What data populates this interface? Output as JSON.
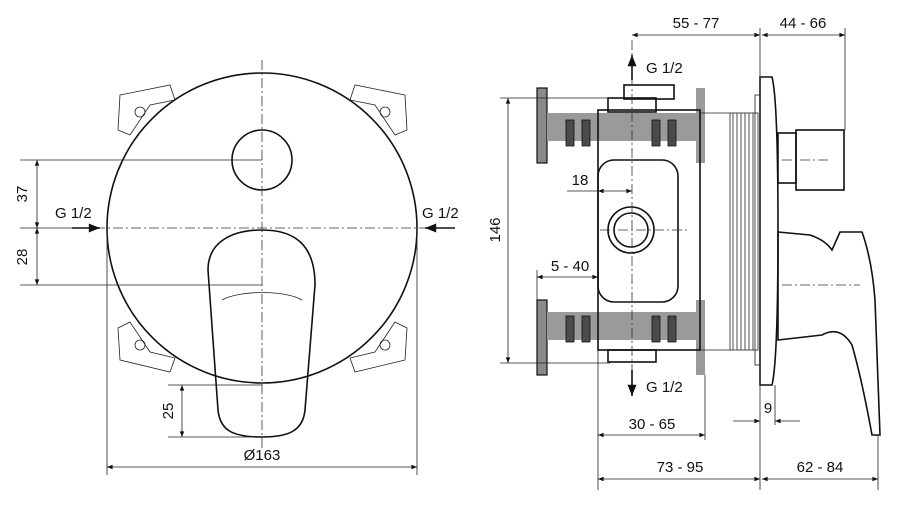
{
  "front_view": {
    "dim_37": "37",
    "dim_28": "28",
    "dim_25": "25",
    "diameter": "Ø163",
    "inlet_left": "G 1/2",
    "inlet_right": "G 1/2"
  },
  "side_view": {
    "dim_55_77": "55 - 77",
    "dim_44_66": "44 - 66",
    "dim_146": "146",
    "dim_18": "18",
    "dim_5_40": "5 - 40",
    "dim_30_65": "30 - 65",
    "dim_9": "9",
    "dim_73_95": "73 - 95",
    "dim_62_84": "62 - 84",
    "outlet_top": "G 1/2",
    "outlet_bottom": "G 1/2"
  }
}
